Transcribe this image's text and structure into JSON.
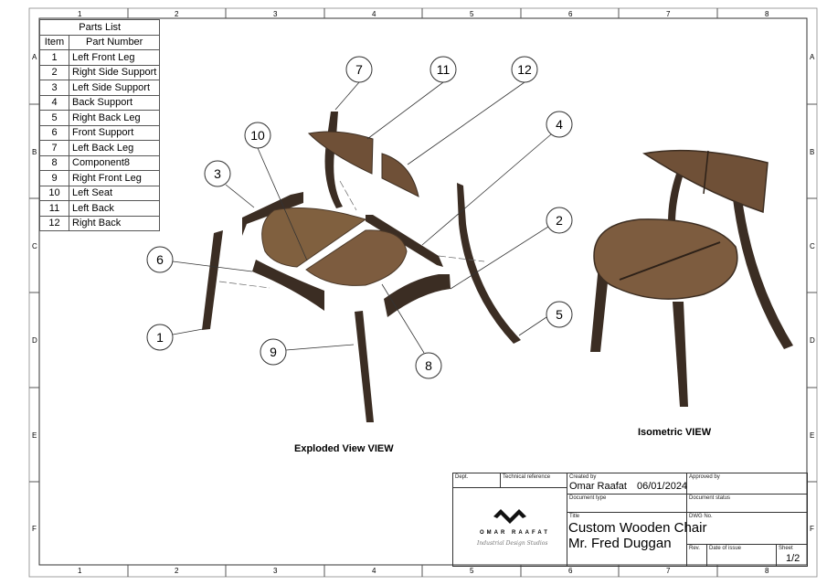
{
  "border": {
    "columns": [
      "1",
      "2",
      "3",
      "4",
      "5",
      "6",
      "7",
      "8"
    ],
    "rows": [
      "A",
      "B",
      "C",
      "D",
      "E",
      "F"
    ]
  },
  "parts_list": {
    "title": "Parts List",
    "headers": [
      "Item",
      "Part Number"
    ],
    "rows": [
      {
        "item": "1",
        "name": "Left Front Leg"
      },
      {
        "item": "2",
        "name": "Right Side Support"
      },
      {
        "item": "3",
        "name": "Left Side Support"
      },
      {
        "item": "4",
        "name": "Back Support"
      },
      {
        "item": "5",
        "name": "Right Back Leg"
      },
      {
        "item": "6",
        "name": "Front Support"
      },
      {
        "item": "7",
        "name": "Left Back Leg"
      },
      {
        "item": "8",
        "name": "Component8"
      },
      {
        "item": "9",
        "name": "Right Front Leg"
      },
      {
        "item": "10",
        "name": "Left Seat"
      },
      {
        "item": "11",
        "name": "Left Back"
      },
      {
        "item": "12",
        "name": "Right Back"
      }
    ]
  },
  "views": {
    "exploded_caption": "Exploded View VIEW",
    "isometric_caption": "Isometric VIEW",
    "balloons": [
      "7",
      "11",
      "12",
      "10",
      "3",
      "4",
      "2",
      "6",
      "1",
      "9",
      "8",
      "5"
    ]
  },
  "colors": {
    "wood_dark": "#3b2d23",
    "wood_seat": "#7d5c3f",
    "line": "#333333"
  },
  "title_block": {
    "dept_label": "Dept.",
    "tech_ref_label": "Technical reference",
    "created_by_label": "Created by",
    "created_by": "Omar Raafat",
    "date": "06/01/2024",
    "approved_by_label": "Approved by",
    "doc_type_label": "Document type",
    "doc_status_label": "Document status",
    "title_label": "Title",
    "title_line1": "Custom Wooden Chair",
    "title_line2": "Mr. Fred Duggan",
    "dwg_no_label": "DWG No.",
    "rev_label": "Rev.",
    "date_of_issue_label": "Date of issue",
    "sheet_label": "Sheet",
    "sheet": "1/2",
    "logo": {
      "name": "OMAR RAAFAT",
      "tagline": "Industrial Design Studios"
    }
  }
}
